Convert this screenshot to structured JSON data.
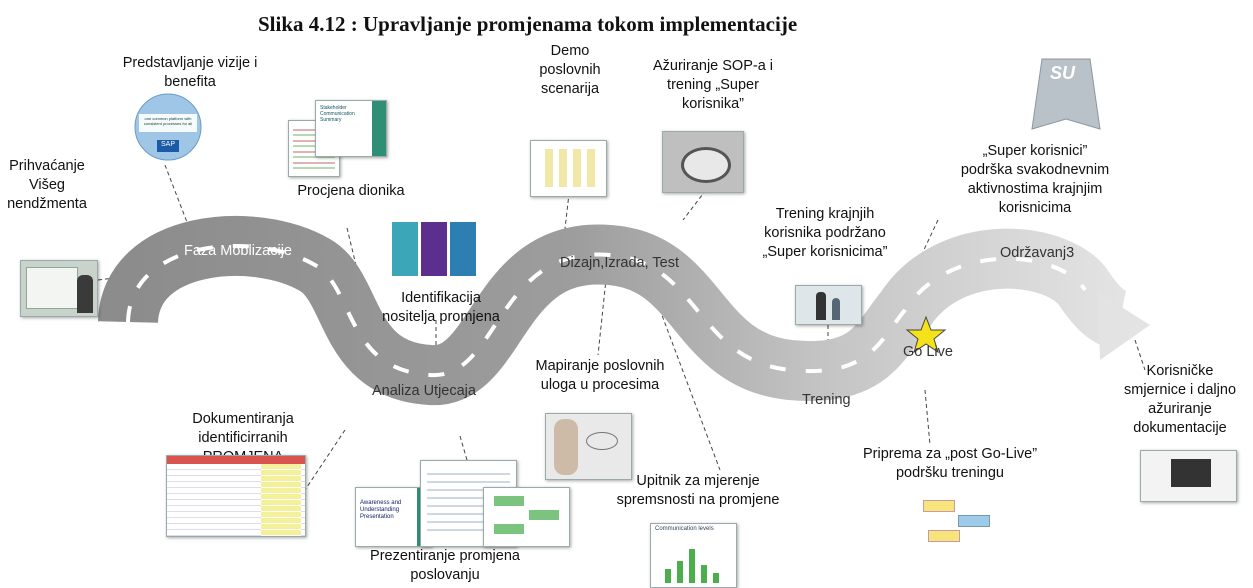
{
  "title": "Slika 4.12 : Upravljanje promjenama tokom implementacije",
  "road_labels": {
    "mobilization": "Faza Moblizacije",
    "impact": "Analiza Utjecaja",
    "design": "Dizajn,Izrada, Test",
    "training": "Trening",
    "maintenance": "Održavanj3",
    "golive": "Go Live"
  },
  "callouts": {
    "vision": "Predstavljanje vizije i\nbenefita",
    "management": "Prihvaćanje\nVišeg\nnendžmenta",
    "stakeholders": "Procjena dionika",
    "change_agents": "Identifikacija\nnositelja promjena",
    "demo": "Demo\nposlovnih\nscenarija",
    "sop": "Ažuriranje SOP-a i\ntrening „Super\nkorisnika”",
    "end_user_training": "Trening krajnjih\nkorisnika podržano\n„Super korisnicima”",
    "super_users": "„Super korisnici”\npodrška svakodnevnim\naktivnostima krajnjim\nkorisnicima",
    "role_mapping": "Mapiranje poslovnih\nuloga u procesima",
    "documentation": "Dokumentiranja\nidentificirranih\nPROMJENA",
    "presentation": "Prezentiranje promjena\nposlovanju",
    "survey": "Upitnik za mjerenje\nspremsnosti na promjene",
    "post_golive": "Priprema za „post Go-Live”\npodršku treningu",
    "guidelines": "Korisničke\nsmjernice i daljno\nažuriranje\ndokumentacije"
  },
  "thumb_texts": {
    "globe": "one common platform with consistent processes for all",
    "globe_badge": "SAP",
    "stakeholder_doc": "Stakeholder Communication Summary",
    "awareness": "Awareness and Understanding Presentation",
    "cape": "SU",
    "comm_chart": "Communication levels"
  },
  "colors": {
    "road_dark": "#8f8f8f",
    "road_mid": "#b5b5b5",
    "road_light": "#d9d9d9",
    "star": "#f5e21a"
  }
}
